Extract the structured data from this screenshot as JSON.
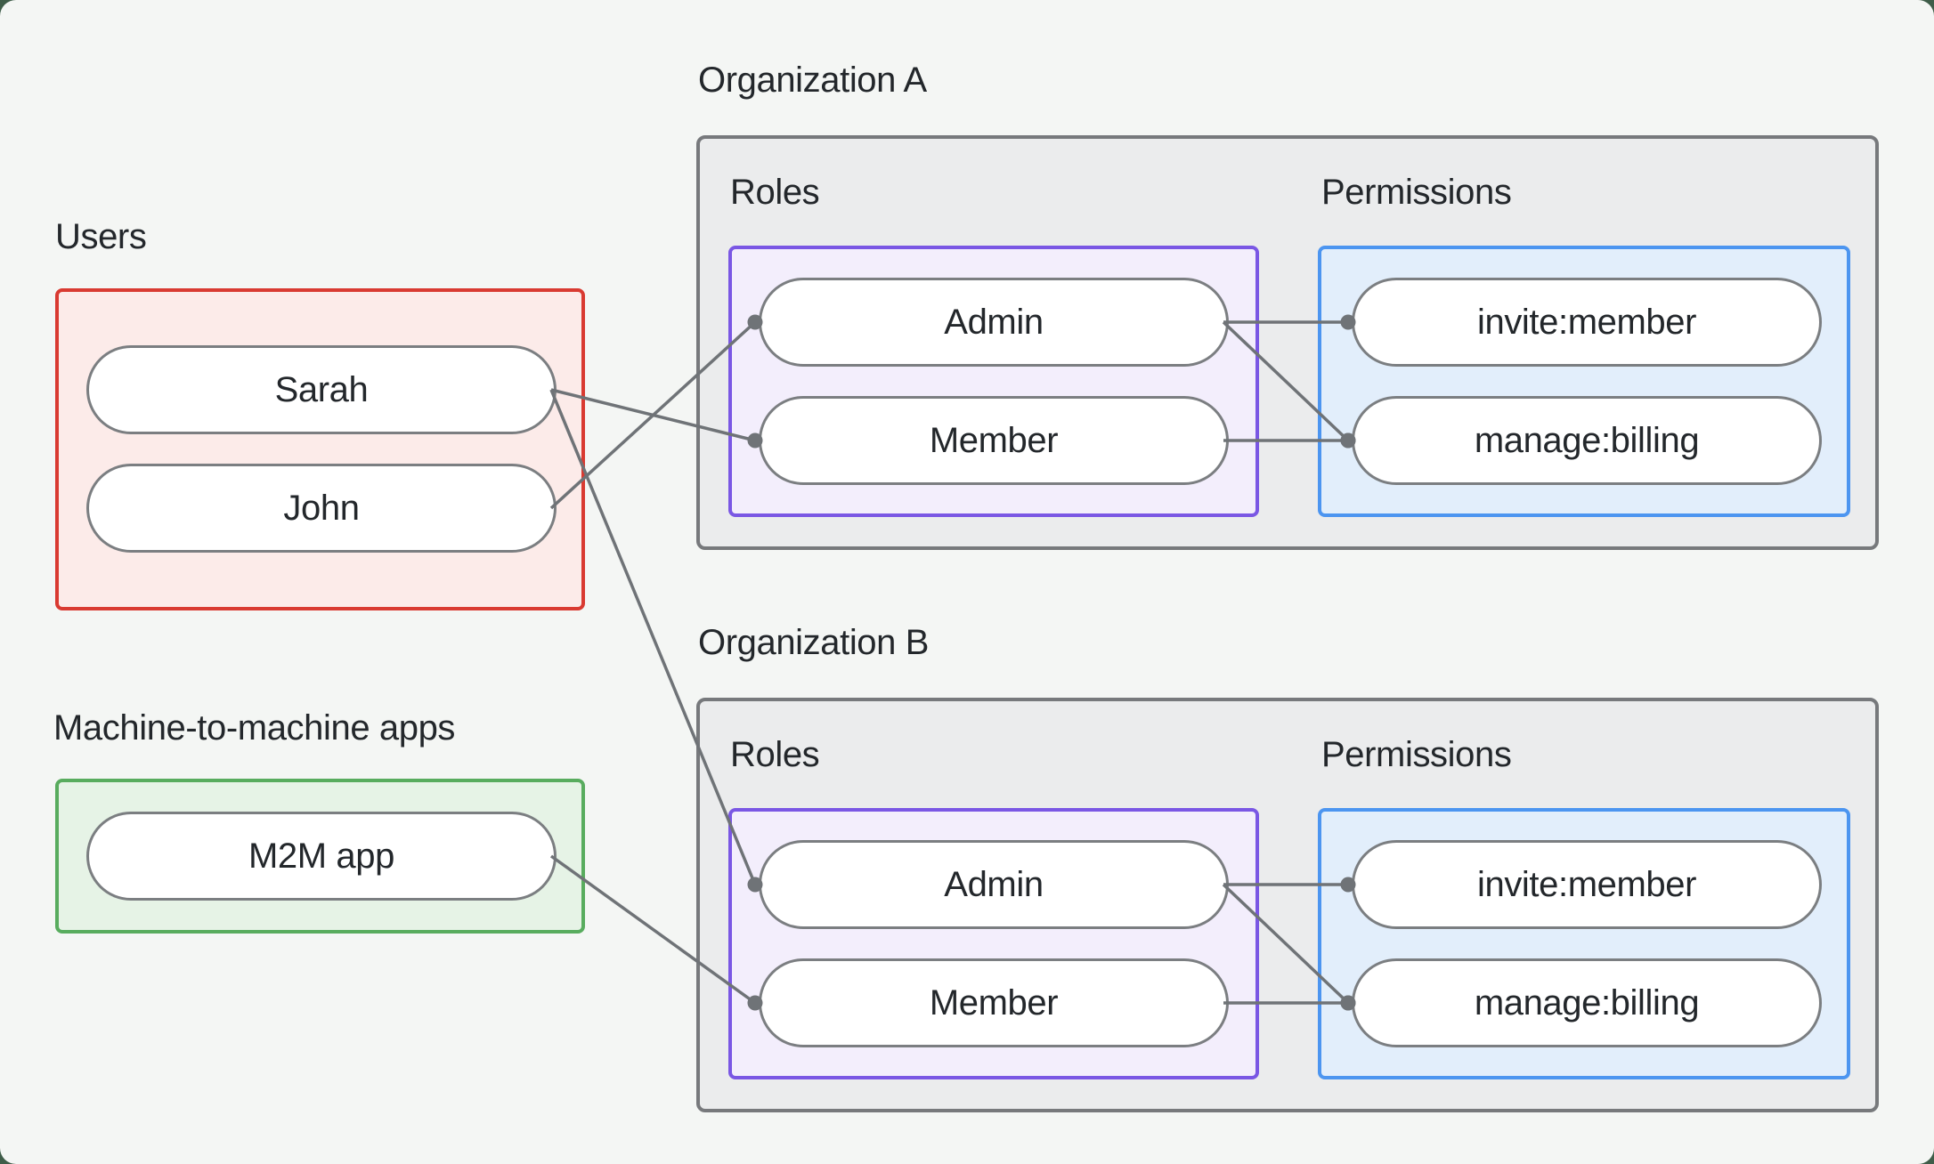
{
  "diagram": {
    "users_group": {
      "label": "Users",
      "members": [
        {
          "id": "sarah",
          "label": "Sarah"
        },
        {
          "id": "john",
          "label": "John"
        }
      ]
    },
    "m2m_group": {
      "label": "Machine-to-machine apps",
      "members": [
        {
          "id": "m2m",
          "label": "M2M app"
        }
      ]
    },
    "org_a": {
      "title": "Organization A",
      "roles_label": "Roles",
      "permissions_label": "Permissions",
      "roles": [
        {
          "id": "admin-a",
          "label": "Admin"
        },
        {
          "id": "member-a",
          "label": "Member"
        }
      ],
      "permissions": [
        {
          "id": "invite-a",
          "label": "invite:member"
        },
        {
          "id": "manage-a",
          "label": "manage:billing"
        }
      ]
    },
    "org_b": {
      "title": "Organization B",
      "roles_label": "Roles",
      "permissions_label": "Permissions",
      "roles": [
        {
          "id": "admin-b",
          "label": "Admin"
        },
        {
          "id": "member-b",
          "label": "Member"
        }
      ],
      "permissions": [
        {
          "id": "invite-b",
          "label": "invite:member"
        },
        {
          "id": "manage-b",
          "label": "manage:billing"
        }
      ]
    },
    "edges": [
      {
        "from": "sarah",
        "to": "member-a"
      },
      {
        "from": "john",
        "to": "admin-a"
      },
      {
        "from": "sarah",
        "to": "admin-b"
      },
      {
        "from": "m2m",
        "to": "member-b"
      },
      {
        "from": "admin-a",
        "to": "invite-a"
      },
      {
        "from": "admin-a",
        "to": "manage-a"
      },
      {
        "from": "member-a",
        "to": "manage-a"
      },
      {
        "from": "admin-b",
        "to": "invite-b"
      },
      {
        "from": "admin-b",
        "to": "manage-b"
      },
      {
        "from": "member-b",
        "to": "manage-b"
      }
    ],
    "colors": {
      "outer_bg": "#3f5d49",
      "card_bg": "#f4f6f4",
      "text": "#23272b",
      "users_border": "#d93a31",
      "users_fill": "#fcebe9",
      "m2m_border": "#58ac5e",
      "m2m_fill": "#e6f3e6",
      "org_border": "#77797c",
      "org_fill": "#ebeced",
      "roles_border": "#7a57e4",
      "roles_fill": "#f3eefc",
      "permissions_border": "#4c95f0",
      "permissions_fill": "#e2eefb",
      "edge": "#6f7377",
      "pill_border": "#7b7e81",
      "pill_fill": "#ffffff"
    }
  }
}
